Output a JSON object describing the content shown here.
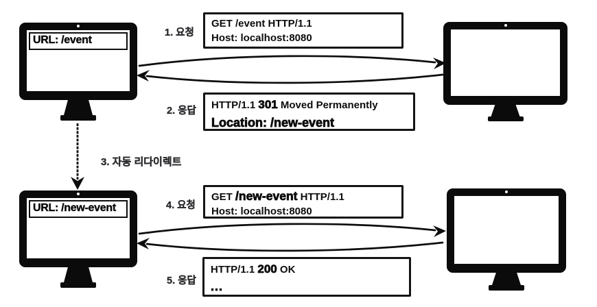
{
  "labels": {
    "step1": "1. 요청",
    "step2": "2. 응답",
    "step3": "3. 자동 리다이렉트",
    "step4": "4. 요청",
    "step5": "5. 응답"
  },
  "client_top": {
    "url": "URL: /event"
  },
  "client_bottom": {
    "url": "URL: /new-event"
  },
  "messages": {
    "request1": {
      "l1a": "GET /event HTTP/1.1",
      "l1b": "",
      "l1c": "",
      "l2": "Host: localhost:8080"
    },
    "response1": {
      "l1a": "HTTP/1.1 ",
      "l1b": "301",
      "l1c": " Moved Permanently",
      "l2": "Location: /new-event"
    },
    "request2": {
      "l1a": "GET ",
      "l1b": "/new-event",
      "l1c": " HTTP/1.1",
      "l2": "Host: localhost:8080"
    },
    "response2": {
      "l1a": "HTTP/1.1 ",
      "l1b": "200",
      "l1c": " OK",
      "l2": "..."
    }
  },
  "colors": {
    "ink": "#0d0d0d",
    "label_ink": "#2d2d31",
    "background": "#ffffff"
  }
}
